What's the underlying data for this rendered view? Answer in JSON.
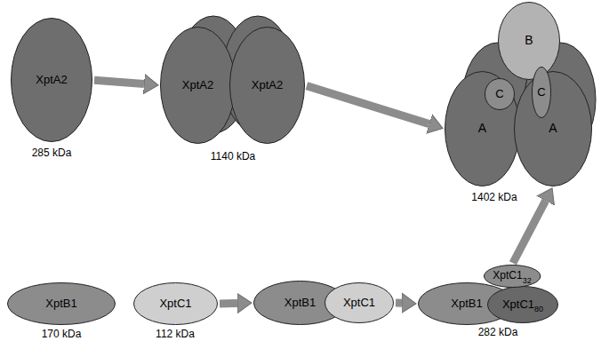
{
  "diagram": {
    "nodes": [
      {
        "text": [
          "XptA2"
        ]
      },
      {
        "text": [
          "XptA2"
        ]
      },
      {
        "text": [
          "XptA2"
        ]
      },
      {
        "text": [
          "B"
        ]
      },
      {
        "text": [
          "C"
        ]
      },
      {
        "text": [
          "C"
        ]
      },
      {
        "text": [
          "A"
        ]
      },
      {
        "text": [
          "A"
        ]
      },
      {
        "text": [
          "XptB1"
        ]
      },
      {
        "text": [
          "XptC1"
        ]
      },
      {
        "text": [
          "XptB1"
        ]
      },
      {
        "text": [
          "XptC1"
        ]
      },
      {
        "text": [
          "XptB1"
        ]
      },
      {
        "text": [
          "XptC1",
          "32"
        ]
      },
      {
        "text": [
          "XptC1",
          "80"
        ]
      }
    ],
    "edges": [
      {
        "from": 0,
        "to": 1,
        "arrow": "to"
      },
      {
        "from": 2,
        "to": 6,
        "arrow": "to"
      },
      {
        "from": 9,
        "to": 10,
        "arrow": "to"
      },
      {
        "from": 11,
        "to": 12,
        "arrow": "to"
      },
      {
        "from": 13,
        "to": 7,
        "arrow": "to"
      }
    ],
    "labels": [
      "285 kDa",
      "1140 kDa",
      "1402 kDa",
      "170 kDa",
      "112 kDa",
      "282 kDa"
    ]
  }
}
